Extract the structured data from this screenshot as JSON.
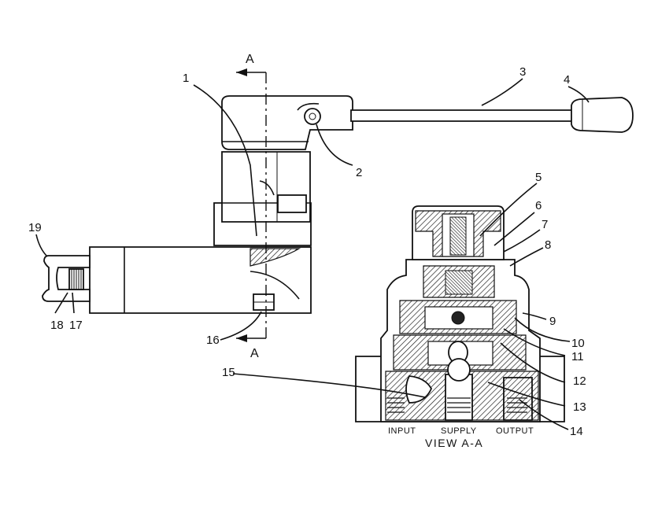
{
  "figure": {
    "section_marker": "A",
    "part_callouts": [
      "1",
      "2",
      "3",
      "4",
      "5",
      "6",
      "7",
      "8",
      "9",
      "10",
      "11",
      "12",
      "13",
      "14",
      "15",
      "16",
      "17",
      "18",
      "19"
    ],
    "port_labels": {
      "input": "INPUT",
      "supply": "SUPPLY",
      "output": "OUTPUT"
    },
    "view_caption": "VIEW A-A"
  }
}
